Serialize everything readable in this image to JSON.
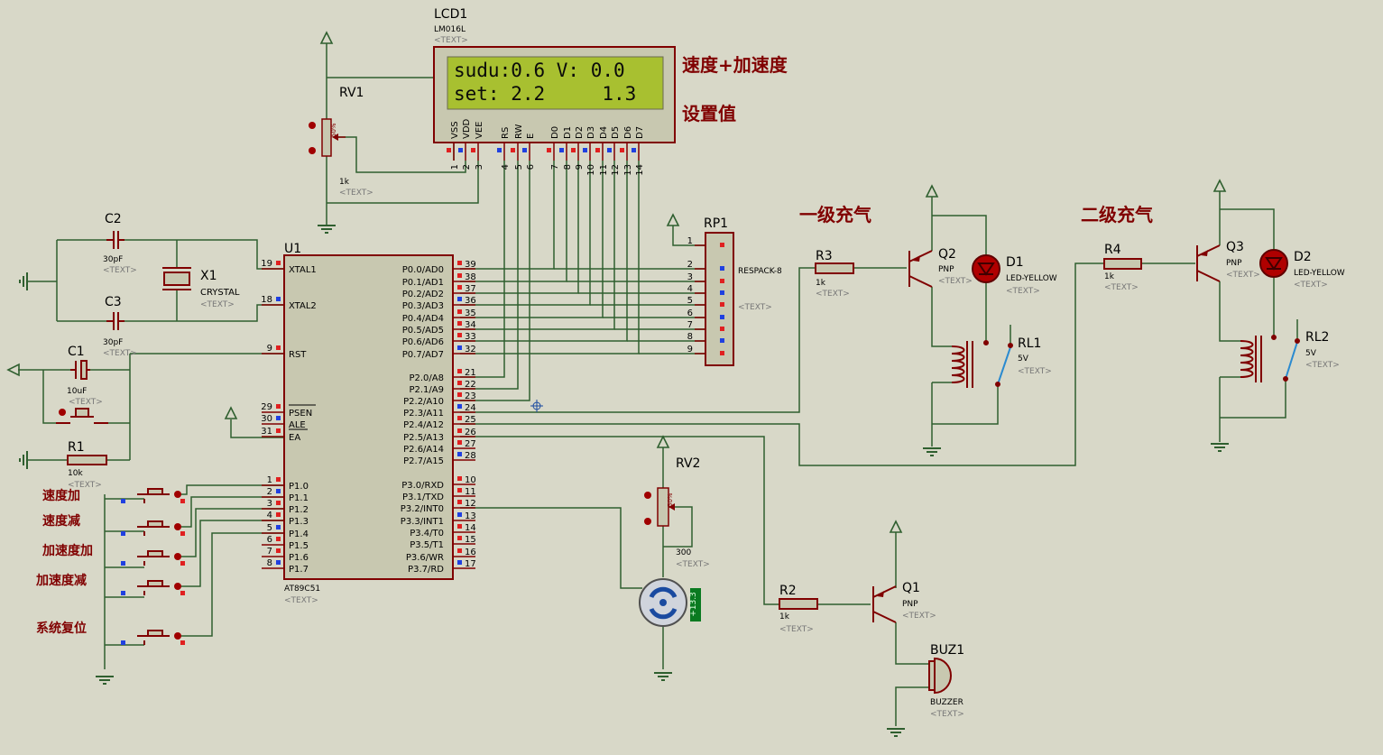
{
  "colors": {
    "background": "#d8d8c8",
    "wire": "#2f5f2f",
    "component": "#800000",
    "body_fill": "#c8c8b0",
    "lcd_screen": "#a8c030",
    "pin_red": "#e02020",
    "pin_blue": "#2040e0"
  },
  "lcd": {
    "ref": "LCD1",
    "model": "LM016L",
    "text_tag": "<TEXT>",
    "line1": "sudu:0.6 V: 0.0",
    "line2": "set: 2.2     1.3",
    "pins": [
      "VSS",
      "VDD",
      "VEE",
      "RS",
      "RW",
      "E",
      "D0",
      "D1",
      "D2",
      "D3",
      "D4",
      "D5",
      "D6",
      "D7"
    ],
    "pin_nums": [
      "1",
      "2",
      "3",
      "4",
      "5",
      "6",
      "7",
      "8",
      "9",
      "10",
      "11",
      "12",
      "13",
      "14"
    ]
  },
  "notes": {
    "speed_accel": "速度+加速度",
    "set_value": "设置值",
    "stage1": "一级充气",
    "stage2": "二级充气"
  },
  "rv1": {
    "ref": "RV1",
    "value": "1k",
    "text_tag": "<TEXT>",
    "pct": "50%"
  },
  "rv2": {
    "ref": "RV2",
    "value": "300",
    "text_tag": "<TEXT>",
    "pct": "50%"
  },
  "u1": {
    "ref": "U1",
    "model": "AT89C51",
    "text_tag": "<TEXT>",
    "left_pins": [
      {
        "num": "19",
        "name": "XTAL1"
      },
      {
        "num": "18",
        "name": "XTAL2"
      },
      {
        "num": "9",
        "name": "RST"
      },
      {
        "num": "29",
        "name": "PSEN"
      },
      {
        "num": "30",
        "name": "ALE"
      },
      {
        "num": "31",
        "name": "EA"
      },
      {
        "num": "1",
        "name": "P1.0"
      },
      {
        "num": "2",
        "name": "P1.1"
      },
      {
        "num": "3",
        "name": "P1.2"
      },
      {
        "num": "4",
        "name": "P1.3"
      },
      {
        "num": "5",
        "name": "P1.4"
      },
      {
        "num": "6",
        "name": "P1.5"
      },
      {
        "num": "7",
        "name": "P1.6"
      },
      {
        "num": "8",
        "name": "P1.7"
      }
    ],
    "right_pins": [
      {
        "num": "39",
        "name": "P0.0/AD0"
      },
      {
        "num": "38",
        "name": "P0.1/AD1"
      },
      {
        "num": "37",
        "name": "P0.2/AD2"
      },
      {
        "num": "36",
        "name": "P0.3/AD3"
      },
      {
        "num": "35",
        "name": "P0.4/AD4"
      },
      {
        "num": "34",
        "name": "P0.5/AD5"
      },
      {
        "num": "33",
        "name": "P0.6/AD6"
      },
      {
        "num": "32",
        "name": "P0.7/AD7"
      },
      {
        "num": "21",
        "name": "P2.0/A8"
      },
      {
        "num": "22",
        "name": "P2.1/A9"
      },
      {
        "num": "23",
        "name": "P2.2/A10"
      },
      {
        "num": "24",
        "name": "P2.3/A11"
      },
      {
        "num": "25",
        "name": "P2.4/A12"
      },
      {
        "num": "26",
        "name": "P2.5/A13"
      },
      {
        "num": "27",
        "name": "P2.6/A14"
      },
      {
        "num": "28",
        "name": "P2.7/A15"
      },
      {
        "num": "10",
        "name": "P3.0/RXD"
      },
      {
        "num": "11",
        "name": "P3.1/TXD"
      },
      {
        "num": "12",
        "name": "P3.2/INT0"
      },
      {
        "num": "13",
        "name": "P3.3/INT1"
      },
      {
        "num": "14",
        "name": "P3.4/T0"
      },
      {
        "num": "15",
        "name": "P3.5/T1"
      },
      {
        "num": "16",
        "name": "P3.6/WR"
      },
      {
        "num": "17",
        "name": "P3.7/RD"
      }
    ]
  },
  "rp1": {
    "ref": "RP1",
    "model": "RESPACK-8",
    "text_tag": "<TEXT>",
    "pins": [
      "1",
      "2",
      "3",
      "4",
      "5",
      "6",
      "7",
      "8",
      "9"
    ]
  },
  "c2": {
    "ref": "C2",
    "value": "30pF",
    "text_tag": "<TEXT>"
  },
  "c3": {
    "ref": "C3",
    "value": "30pF",
    "text_tag": "<TEXT>"
  },
  "c1": {
    "ref": "C1",
    "value": "10uF",
    "text_tag": "<TEXT>"
  },
  "x1": {
    "ref": "X1",
    "model": "CRYSTAL",
    "text_tag": "<TEXT>"
  },
  "r1": {
    "ref": "R1",
    "value": "10k",
    "text_tag": "<TEXT>"
  },
  "r2": {
    "ref": "R2",
    "value": "1k",
    "text_tag": "<TEXT>"
  },
  "r3": {
    "ref": "R3",
    "value": "1k",
    "text_tag": "<TEXT>"
  },
  "r4": {
    "ref": "R4",
    "value": "1k",
    "text_tag": "<TEXT>"
  },
  "q1": {
    "ref": "Q1",
    "type": "PNP",
    "text_tag": "<TEXT>"
  },
  "q2": {
    "ref": "Q2",
    "type": "PNP",
    "text_tag": "<TEXT>"
  },
  "q3": {
    "ref": "Q3",
    "type": "PNP",
    "text_tag": "<TEXT>"
  },
  "d1": {
    "ref": "D1",
    "model": "LED-YELLOW",
    "text_tag": "<TEXT>"
  },
  "d2": {
    "ref": "D2",
    "model": "LED-YELLOW",
    "text_tag": "<TEXT>"
  },
  "rl1": {
    "ref": "RL1",
    "value": "5V",
    "text_tag": "<TEXT>"
  },
  "rl2": {
    "ref": "RL2",
    "value": "5V",
    "text_tag": "<TEXT>"
  },
  "buz1": {
    "ref": "BUZ1",
    "model": "BUZZER",
    "text_tag": "<TEXT>"
  },
  "motor": {
    "reading": "+13.3"
  },
  "buttons": [
    "速度加",
    "速度减",
    "加速度加",
    "加速度减",
    "系统复位"
  ]
}
